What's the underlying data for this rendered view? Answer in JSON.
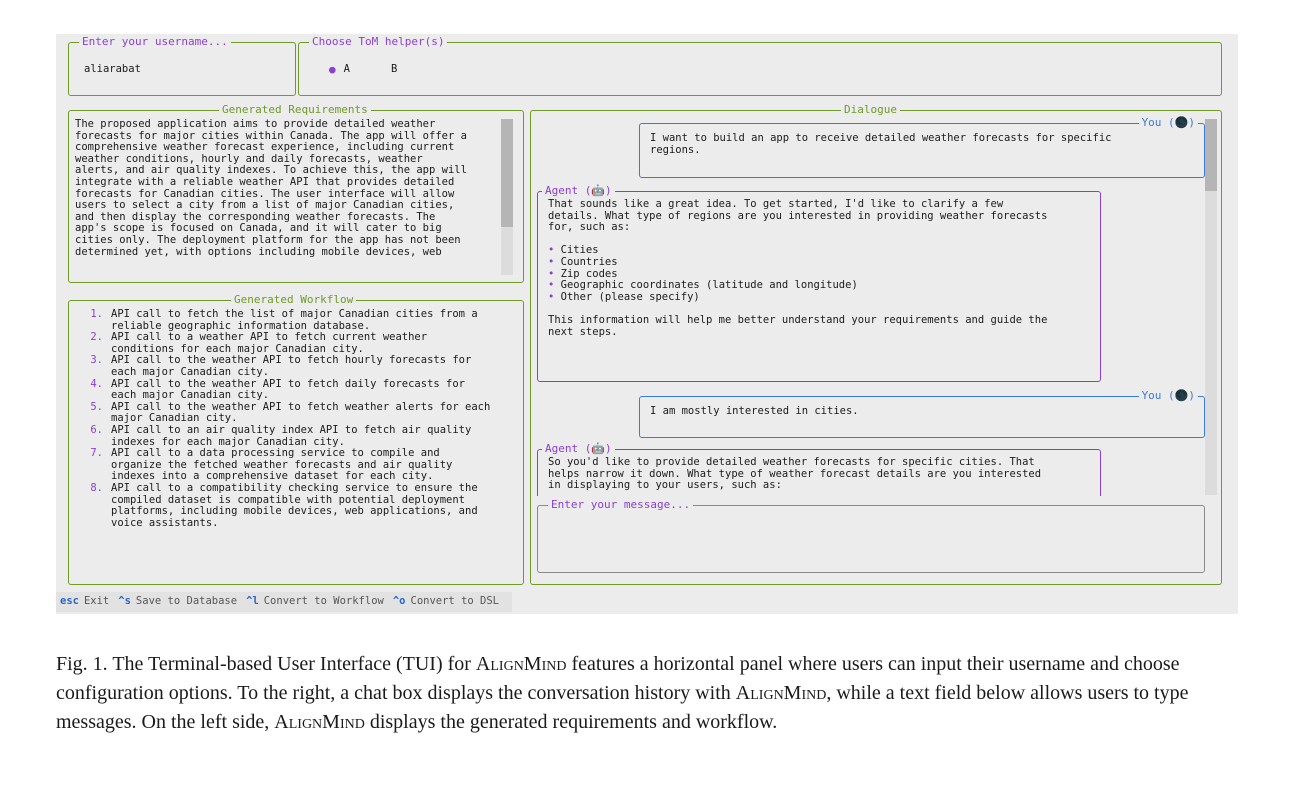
{
  "username_panel": {
    "legend": "Enter your username...",
    "value": "aliarabat"
  },
  "helper_panel": {
    "legend": "Choose ToM helper(s)",
    "options": [
      {
        "label": "A",
        "selected": true
      },
      {
        "label": "B",
        "selected": false
      }
    ]
  },
  "requirements_panel": {
    "legend": "Generated Requirements",
    "lines": [
      "The proposed application aims to provide detailed weather",
      "forecasts for major cities within Canada. The app will offer a",
      "comprehensive weather forecast experience, including current",
      "weather conditions, hourly and daily forecasts, weather",
      "alerts, and air quality indexes. To achieve this, the app will",
      "integrate with a reliable weather API that provides detailed",
      "forecasts for Canadian cities. The user interface will allow",
      "users to select a city from a list of major Canadian cities,",
      "and then display the corresponding weather forecasts. The",
      "app's scope is focused on Canada, and it will cater to big",
      "cities only. The deployment platform for the app has not been",
      "determined yet, with options including mobile devices, web"
    ]
  },
  "workflow_panel": {
    "legend": "Generated Workflow",
    "steps": [
      {
        "num": "1.",
        "lines": [
          "API call to fetch the list of major Canadian cities from a",
          "reliable geographic information database."
        ]
      },
      {
        "num": "2.",
        "lines": [
          "API call to a weather API to fetch current weather",
          "conditions for each major Canadian city."
        ]
      },
      {
        "num": "3.",
        "lines": [
          "API call to the weather API to fetch hourly forecasts for",
          "each major Canadian city."
        ]
      },
      {
        "num": "4.",
        "lines": [
          "API call to the weather API to fetch daily forecasts for",
          "each major Canadian city."
        ]
      },
      {
        "num": "5.",
        "lines": [
          "API call to the weather API to fetch weather alerts for each",
          "major Canadian city."
        ]
      },
      {
        "num": "6.",
        "lines": [
          "API call to an air quality index API to fetch air quality",
          "indexes for each major Canadian city."
        ]
      },
      {
        "num": "7.",
        "lines": [
          "API call to a data processing service to compile and",
          "organize the fetched weather forecasts and air quality",
          "indexes into a comprehensive dataset for each city."
        ]
      },
      {
        "num": "8.",
        "lines": [
          "API call to a compatibility checking service to ensure the",
          "compiled dataset is compatible with potential deployment",
          "platforms, including mobile devices, web applications, and",
          "voice assistants."
        ]
      }
    ]
  },
  "dialogue_panel": {
    "legend": "Dialogue",
    "messages": [
      {
        "role": "user",
        "legend": "You (🌑)",
        "lines": [
          "I want to build an app to receive detailed weather forecasts for specific",
          "regions."
        ]
      },
      {
        "role": "agent",
        "legend": "Agent (🤖)",
        "lines": [
          "That sounds like a great idea. To get started, I'd like to clarify a few",
          "details. What type of regions are you interested in providing weather forecasts",
          "for, such as:",
          "",
          "• Cities",
          "• Countries",
          "• Zip codes",
          "• Geographic coordinates (latitude and longitude)",
          "• Other (please specify)",
          "",
          "This information will help me better understand your requirements and guide the",
          "next steps."
        ]
      },
      {
        "role": "user",
        "legend": "You (🌑)",
        "lines": [
          "I am mostly interested in cities."
        ]
      },
      {
        "role": "agent",
        "legend": "Agent (🤖)",
        "lines": [
          "So you'd like to provide detailed weather forecasts for specific cities. That",
          "helps narrow it down. What type of weather forecast details are you interested",
          "in displaying to your users, such as:"
        ]
      }
    ]
  },
  "message_input": {
    "legend": "Enter your message..."
  },
  "footer": {
    "bindings": [
      {
        "key": "esc",
        "label": "Exit"
      },
      {
        "key": "^s",
        "label": "Save to Database"
      },
      {
        "key": "^l",
        "label": "Convert to Workflow"
      },
      {
        "key": "^o",
        "label": "Convert to DSL"
      }
    ]
  },
  "caption": {
    "prefix": "Fig. 1.  The Terminal-based User Interface (TUI) for ",
    "name": "AlignMind",
    "part2": " features a horizontal panel where users can input their username and choose configuration options. To the right, a chat box displays the conversation history with ",
    "part3": ", while a text field below allows users to type messages. On the left side, ",
    "part4": " displays the generated requirements and workflow."
  },
  "colors": {
    "border_green": "#6f9a28",
    "accent_purple": "#8a3fd1",
    "user_blue": "#3a7bd5",
    "background": "#ececec"
  }
}
